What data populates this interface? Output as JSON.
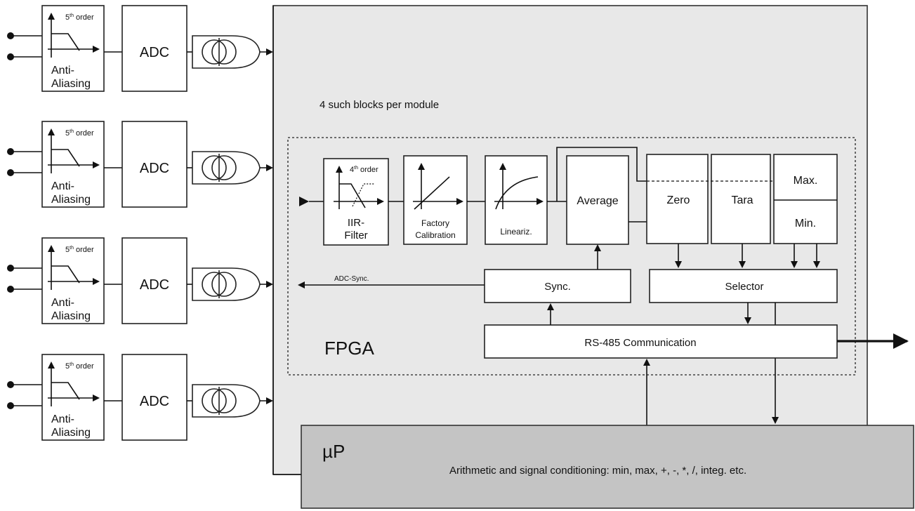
{
  "channels": [
    {
      "filter_order": "5",
      "filter_order_sup": "th",
      "filter_order_word": "order",
      "filter_label_1": "Anti-",
      "filter_label_2": "Aliasing",
      "adc_label": "ADC"
    },
    {
      "filter_order": "5",
      "filter_order_sup": "th",
      "filter_order_word": "order",
      "filter_label_1": "Anti-",
      "filter_label_2": "Aliasing",
      "adc_label": "ADC"
    },
    {
      "filter_order": "5",
      "filter_order_sup": "th",
      "filter_order_word": "order",
      "filter_label_1": "Anti-",
      "filter_label_2": "Aliasing",
      "adc_label": "ADC"
    },
    {
      "filter_order": "5",
      "filter_order_sup": "th",
      "filter_order_word": "order",
      "filter_label_1": "Anti-",
      "filter_label_2": "Aliasing",
      "adc_label": "ADC"
    }
  ],
  "module": {
    "note": "4 such blocks per module",
    "fpga_label": "FPGA",
    "iir": {
      "order": "4",
      "order_sup": "th",
      "order_word": "order",
      "label_1": "IIR-",
      "label_2": "Filter"
    },
    "factory": {
      "label_1": "Factory",
      "label_2": "Calibration"
    },
    "lineariz": {
      "label": "Lineariz."
    },
    "average": {
      "label": "Average"
    },
    "zero": {
      "label": "Zero"
    },
    "tara": {
      "label": "Tara"
    },
    "max": {
      "label": "Max."
    },
    "min": {
      "label": "Min."
    },
    "sync": {
      "label": "Sync."
    },
    "adc_sync": {
      "label": "ADC-Sync."
    },
    "selector": {
      "label": "Selector"
    },
    "rs485": {
      "label": "RS-485 Communication"
    }
  },
  "up": {
    "label": "µP",
    "description": "Arithmetic and signal conditioning: min, max, +, -, *, /, integ. etc."
  },
  "colors": {
    "module_fill": "#e8e8e8",
    "up_fill": "#c4c4c4",
    "block_fill": "#ffffff",
    "line": "#111111"
  }
}
